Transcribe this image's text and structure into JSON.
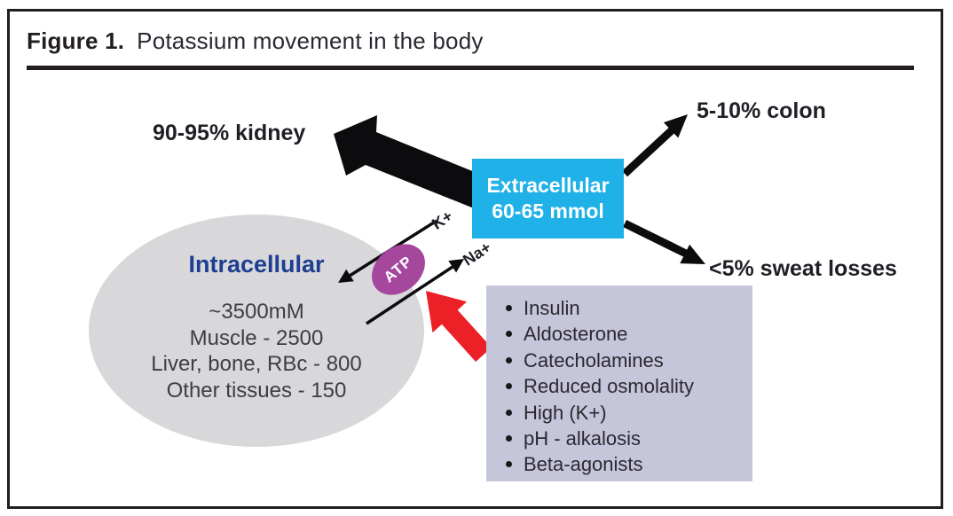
{
  "figure": {
    "label": "Figure 1.",
    "title": "Potassium movement in the body"
  },
  "labels": {
    "kidney": "90-95% kidney",
    "colon": "5-10% colon",
    "sweat": "<5% sweat losses",
    "potassium_ion": "K+",
    "sodium_ion": "Na+",
    "atp": "ATP"
  },
  "extracellular": {
    "name": "Extracellular",
    "amount": "60-65 mmol"
  },
  "intracellular": {
    "heading": "Intracellular",
    "lines": [
      "~3500mM",
      "Muscle - 2500",
      "Liver, bone, RBc - 800",
      "Other tissues - 150"
    ]
  },
  "shift_factors": {
    "items": [
      "Insulin",
      "Aldosterone",
      "Catecholamines",
      "Reduced osmolality",
      "High (K+)",
      "pH - alkalosis",
      "Beta-agonists"
    ]
  },
  "colors": {
    "extracellular_bg": "#1fb1e8",
    "factors_bg": "#c6c6da",
    "cell_bg": "#d8d8da",
    "atp_bg": "#a6479e",
    "arrow_red": "#ec2127",
    "arrow_black": "#0c0c0e",
    "heading_navy": "#1e3e92",
    "text_dark": "#221e20"
  }
}
